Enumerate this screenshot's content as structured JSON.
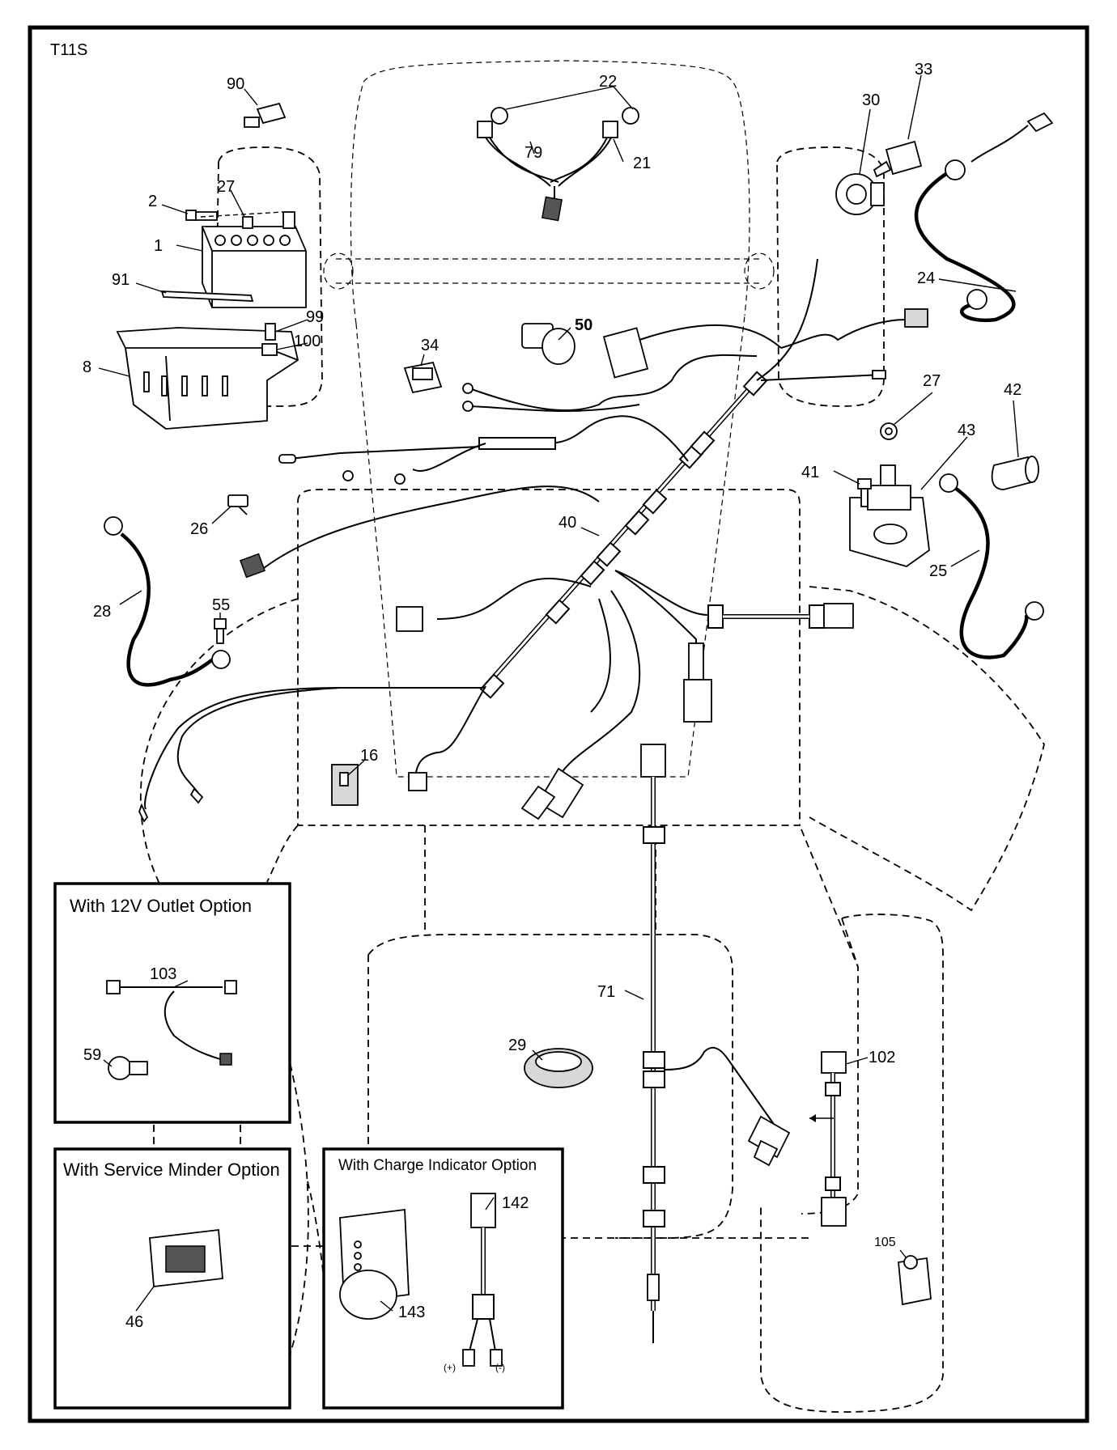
{
  "diagram_id": "T11S",
  "part_numbers": {
    "p1": "1",
    "p2": "2",
    "p8": "8",
    "p16": "16",
    "p21": "21",
    "p22": "22",
    "p24": "24",
    "p25": "25",
    "p26": "26",
    "p27a": "27",
    "p27b": "27",
    "p28": "28",
    "p29": "29",
    "p30": "30",
    "p33": "33",
    "p34": "34",
    "p40": "40",
    "p41": "41",
    "p42": "42",
    "p43": "43",
    "p46": "46",
    "p50": "50",
    "p55": "55",
    "p59": "59",
    "p71": "71",
    "p79": "79",
    "p90": "90",
    "p91": "91",
    "p99": "99",
    "p100": "100",
    "p102": "102",
    "p103": "103",
    "p105": "105",
    "p142": "142",
    "p143": "143"
  },
  "option_boxes": {
    "outlet_12v": "With 12V Outlet Option",
    "service_minder": "With Service Minder Option",
    "charge_indicator": "With Charge Indicator Option"
  },
  "polarity": {
    "positive": "(+)",
    "negative": "(-)"
  }
}
